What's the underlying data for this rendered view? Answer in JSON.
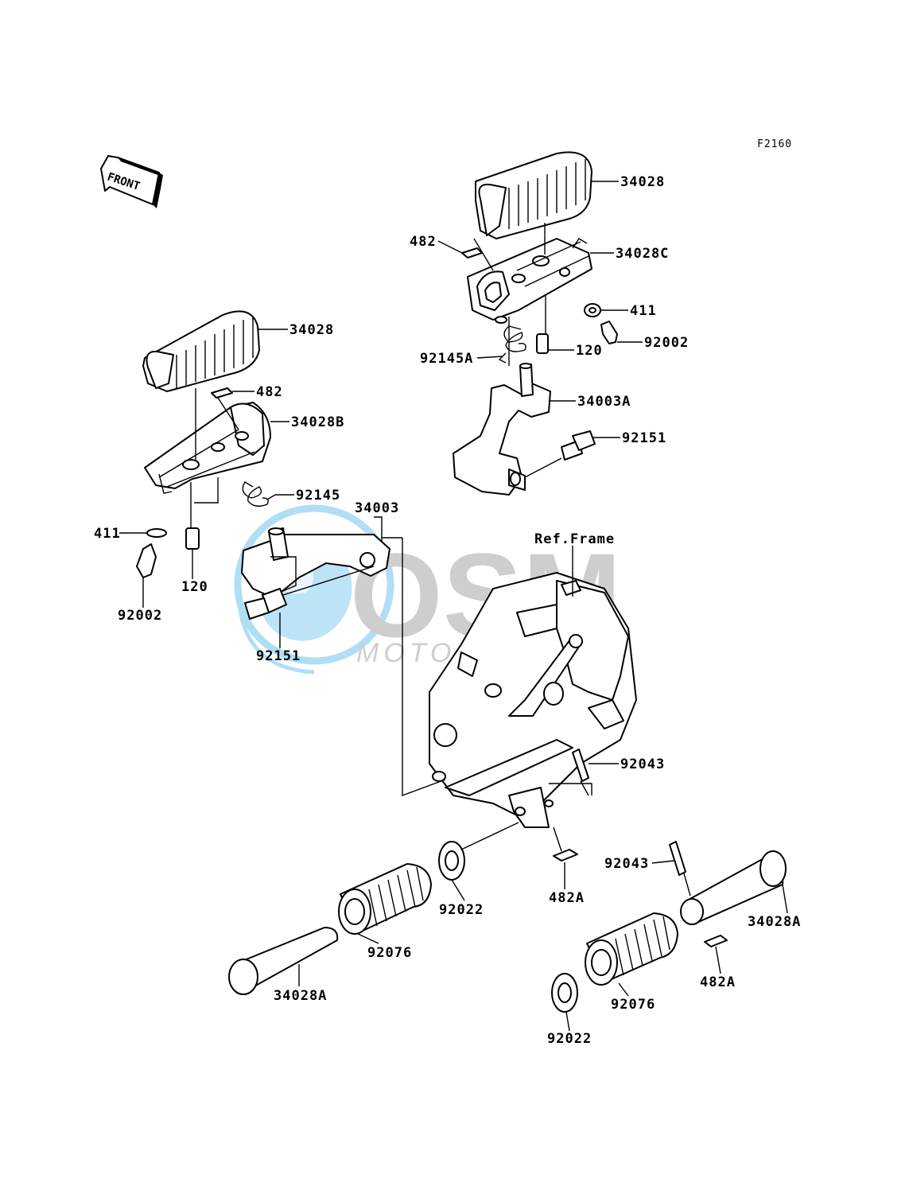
{
  "figure_code": "F2160",
  "front_arrow": "FRONT",
  "watermark": {
    "main": "OSM",
    "sub": "MOTORPARTS",
    "colors": {
      "blue": "#9fd6f2",
      "grey": "#c9c9c9"
    }
  },
  "labels": {
    "r_peg_rubber": "34028",
    "r_peg_482": "482",
    "r_peg_bracket": "34028C",
    "r_peg_411": "411",
    "r_peg_92002": "92002",
    "r_peg_spring": "92145A",
    "r_peg_120": "120",
    "r_holder": "34003A",
    "r_bolt": "92151",
    "l_peg_rubber": "34028",
    "l_peg_482": "482",
    "l_peg_bracket": "34028B",
    "l_spring": "92145",
    "l_holder": "34003",
    "l_411": "411",
    "l_120": "120",
    "l_92002": "92002",
    "l_bolt": "92151",
    "ref_frame": "Ref.Frame",
    "frame_pin": "92043",
    "washer_l": "92022",
    "clip_frame": "482A",
    "rubber_l": "92076",
    "rod_l": "34028A",
    "pin_r": "92043",
    "rod_r": "34028A",
    "clip_r": "482A",
    "rubber_r": "92076",
    "washer_r": "92022"
  }
}
